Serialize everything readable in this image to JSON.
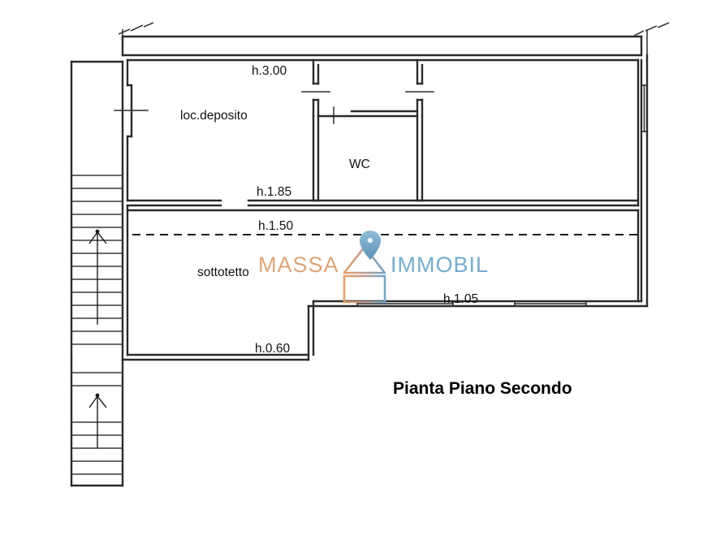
{
  "document": {
    "type": "floor-plan",
    "title": "Pianta Piano Secondo",
    "language": "it"
  },
  "plan": {
    "title": "Pianta Piano Secondo",
    "rooms": [
      {
        "id": "loc-deposito",
        "label": "loc.deposito"
      },
      {
        "id": "wc",
        "label": "WC"
      },
      {
        "id": "sottotetto",
        "label": "sottotetto"
      }
    ],
    "height_labels": [
      {
        "id": "h-3-00",
        "label": "h.3.00",
        "value": "3.00"
      },
      {
        "id": "h-1-85",
        "label": "h.1.85",
        "value": "1.85"
      },
      {
        "id": "h-1-50",
        "label": "h.1.50",
        "value": "1.50"
      },
      {
        "id": "h-1-05",
        "label": "h.1.05",
        "value": "1.05"
      },
      {
        "id": "h-0-60",
        "label": "h.0.60",
        "value": "0.60"
      }
    ],
    "stairs": [
      {
        "id": "stair-upper",
        "direction": "up"
      },
      {
        "id": "stair-lower",
        "direction": "up"
      }
    ],
    "colors": {
      "wall": "#2b2b2b",
      "text": "#111111",
      "background": "#ffffff",
      "watermark_orange": "#dda070",
      "watermark_blue": "#6fa8cc",
      "pin_blue": "#74a9c9"
    }
  },
  "watermark": {
    "text_left": "MASSA",
    "text_right": "IMMOBIL",
    "icon_house": "house-icon",
    "icon_pin": "map-pin-icon"
  }
}
